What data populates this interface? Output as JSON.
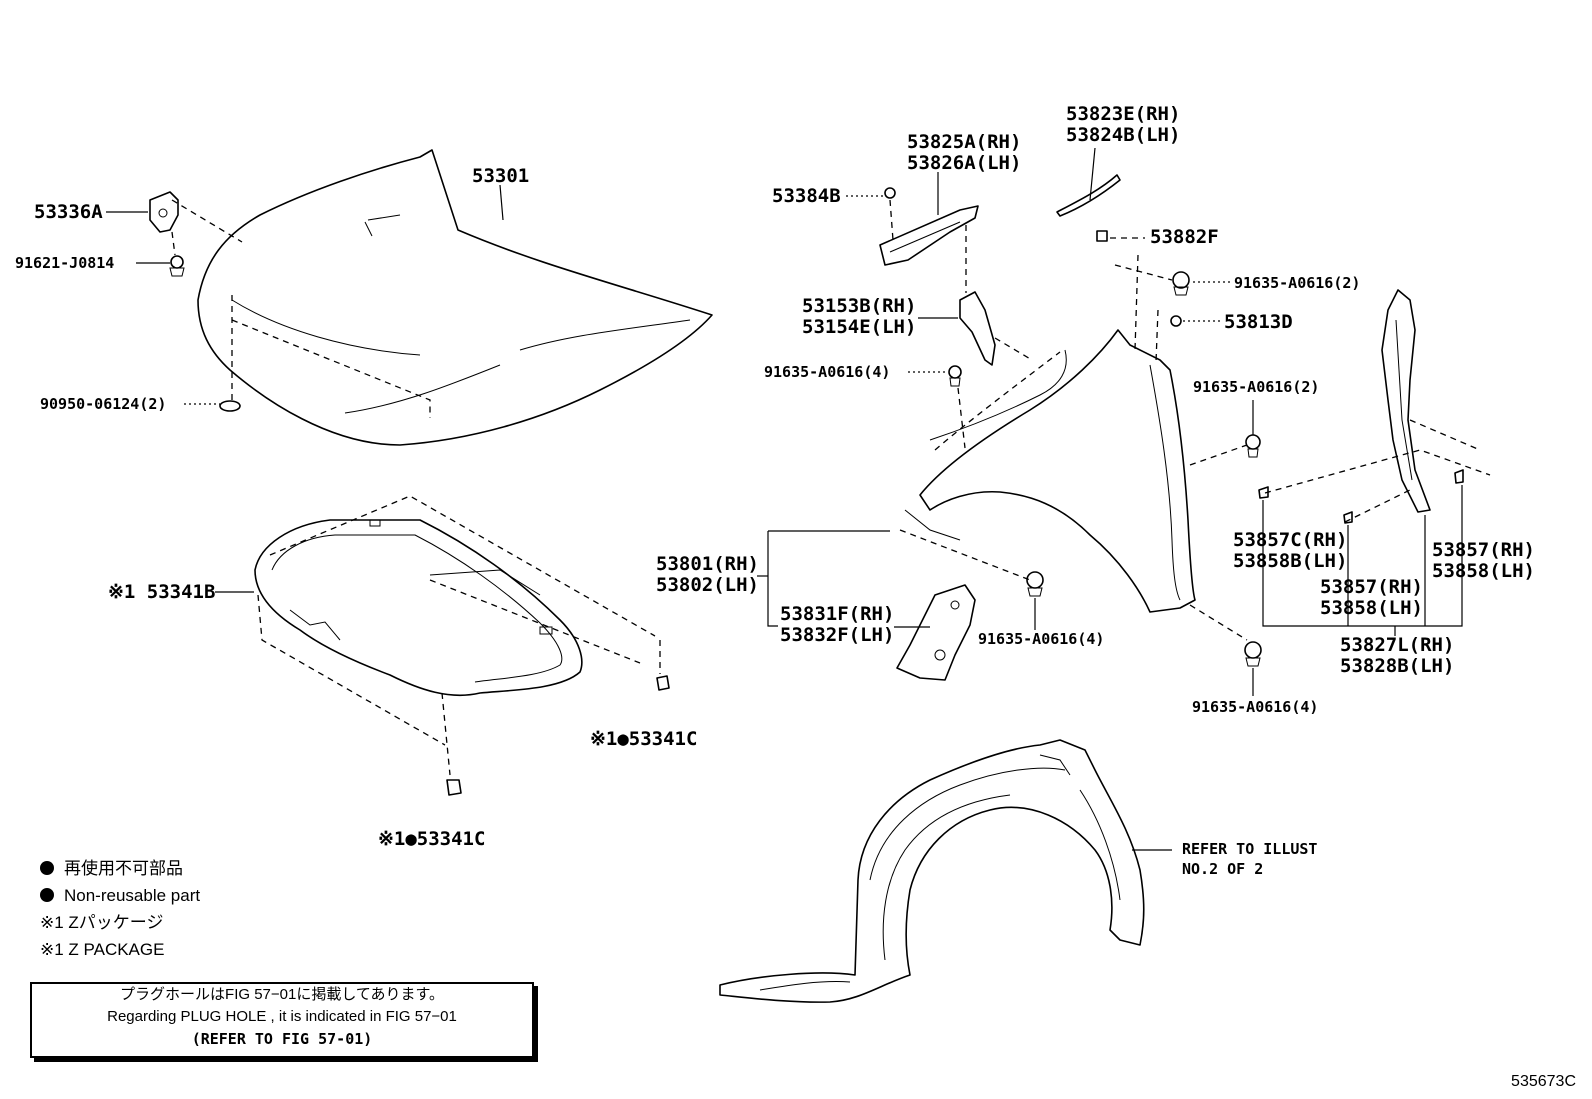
{
  "labels": {
    "hood": "53301",
    "hood_hinge_bracket": "53336A",
    "hinge_bolt": "91621-J0814",
    "hood_cushion": "90950-06124(2)",
    "hood_insulator": "※1 53341B",
    "insulator_clip_a": "※1●53341C",
    "insulator_clip_b": "※1●53341C",
    "seal_clip": "53384B",
    "fender_seal_rh": "53825A(RH)",
    "fender_seal_lh": "53826A(LH)",
    "fender_bracket_rh": "53153B(RH)",
    "fender_bracket_lh": "53154E(LH)",
    "bolt_fender_upper": "91635-A0616(4)",
    "splash_seal_rh": "53823E(RH)",
    "splash_seal_lh": "53824B(LH)",
    "fender_nut": "53882F",
    "bolt_fender_top": "91635-A0616(2)",
    "fender_grommet": "53813D",
    "bolt_fender_rear": "91635-A0616(2)",
    "fender_rh": "53801(RH)",
    "fender_lh": "53802(LH)",
    "fender_liner_bracket_rh": "53831F(RH)",
    "fender_liner_bracket_lh": "53832F(LH)",
    "bolt_fender_front": "91635-A0616(4)",
    "bolt_fender_lower": "91635-A0616(4)",
    "side_seal_c_rh": "53857C(RH)",
    "side_seal_b_lh": "53858B(LH)",
    "side_seal_mid_rh": "53857(RH)",
    "side_seal_mid_lh": "53858(LH)",
    "side_seal_right_rh": "53857(RH)",
    "side_seal_right_lh": "53858(LH)",
    "fender_protector_rh": "53827L(RH)",
    "fender_protector_lh": "53828B(LH)",
    "liner_ref_line1": "REFER TO ILLUST",
    "liner_ref_line2": "NO.2 OF 2"
  },
  "legend": {
    "jp_nonreusable": "再使用不可部品",
    "en_nonreusable": "Non-reusable part",
    "jp_package": "※1 Zパッケージ",
    "en_package": "※1 Z PACKAGE"
  },
  "note": {
    "jp": "プラグホールはFIG 57−01に掲載してあります。",
    "en": "Regarding  PLUG  HOLE , it is indicated in  FIG  57−01",
    "ref": "(REFER TO FIG 57-01)"
  },
  "figure_id": "535673C"
}
